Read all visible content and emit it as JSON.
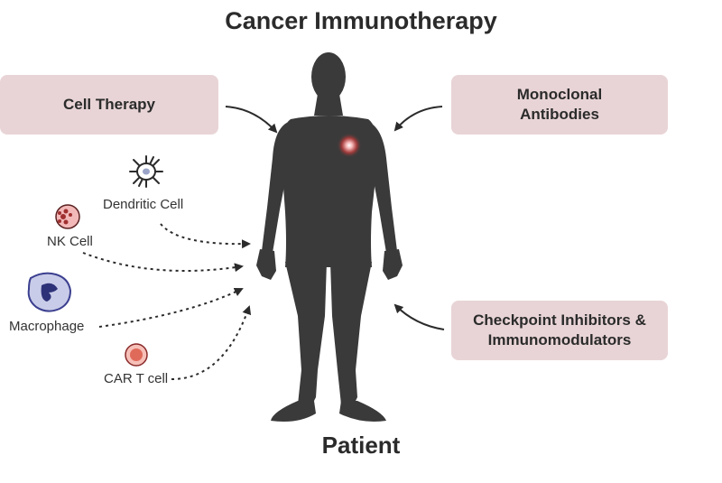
{
  "title": "Cancer Immunotherapy",
  "center_label": "Patient",
  "boxes": {
    "cell_therapy": "Cell Therapy",
    "monoclonal": "Monoclonal\nAntibodies",
    "checkpoint": "Checkpoint Inhibitors &\nImmunomodulators"
  },
  "cells": {
    "dendritic": "Dendritic Cell",
    "nk": "NK Cell",
    "macrophage": "Macrophage",
    "car_t": "CAR T cell"
  },
  "colors": {
    "box_fill": "#e8d4d6",
    "silhouette": "#3a3a3a",
    "arrow": "#2b2b2b",
    "cell_red": "#e57373",
    "macrophage_fill": "#c9cce8",
    "macrophage_stroke": "#3b3f8f"
  },
  "icons": [
    "dendritic-cell-icon",
    "nk-cell-icon",
    "macrophage-icon",
    "car-t-cell-icon",
    "human-silhouette"
  ]
}
